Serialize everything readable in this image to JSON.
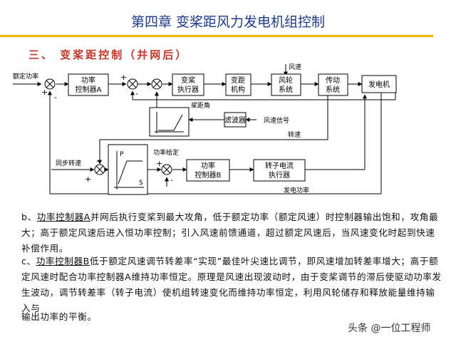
{
  "header": {
    "chapter_title": "第四章 变桨距风力发电机组控制",
    "section_title": "三、 变桨距控制（并网后）"
  },
  "diagram": {
    "labels": {
      "rated_power": "额定功率",
      "wind_speed": "风速",
      "pitch_angle": "桨距角",
      "wind_signal": "风速信号",
      "rotor_speed": "转速",
      "sync_speed": "同步转速",
      "power_setpoint": "功率给定",
      "gen_power": "发电功率",
      "s_axis": "S",
      "p_axis": "P"
    },
    "blocks": {
      "power_ctrl_a_line1": "功率",
      "power_ctrl_a_line2": "控制器A",
      "pitch_actuator_line1": "变桨",
      "pitch_actuator_line2": "执行器",
      "pitch_mechanism_line1": "变距",
      "pitch_mechanism_line2": "机构",
      "rotor_system_line1": "风轮",
      "rotor_system_line2": "系统",
      "drive_system_line1": "传动",
      "drive_system_line2": "系统",
      "generator": "发电机",
      "filter": "滤波器",
      "power_ctrl_b_line1": "功率",
      "power_ctrl_b_line2": "控制器B",
      "rotor_current_line1": "转子电流",
      "rotor_current_line2": "执行器"
    },
    "signs": {
      "sj1_plus": "+",
      "sj1_minus": "-",
      "sj2_plus": "+",
      "sj2_minus": "-",
      "sj4_minus": "-",
      "sj4_plus": "+",
      "sj5_plus": "+",
      "sj5_minus": "-"
    }
  },
  "paragraphs": {
    "b_prefix": "b、",
    "b_term": "功率控制器A",
    "b_text": "并网后执行变桨到最大攻角，低于额定功率（额定风速）时控制器输出饱和，攻角最大；高于额定风速后进入恒功率控制；引入风速前馈通道，超过额定风速后，当风速变化时起到快速补偿作用。",
    "c_prefix": "c、",
    "c_term": "功率控制器B",
    "c_text": "低于额定风速调节转差率“实现”最佳叶尖速比调节，即风速增加转差率增大；高于额定风速时配合功率控制器A维持功率恒定。原理是风速出现波动时，由于变桨调节的滞后使驱动功率发生波动，调节转差率（转子电流）使机组转速变化而维持功率恒定，利用风轮储存和释放能量维持输入与",
    "c_tail": "输出功率的平衡。"
  },
  "watermark": "头条 @一位工程师"
}
